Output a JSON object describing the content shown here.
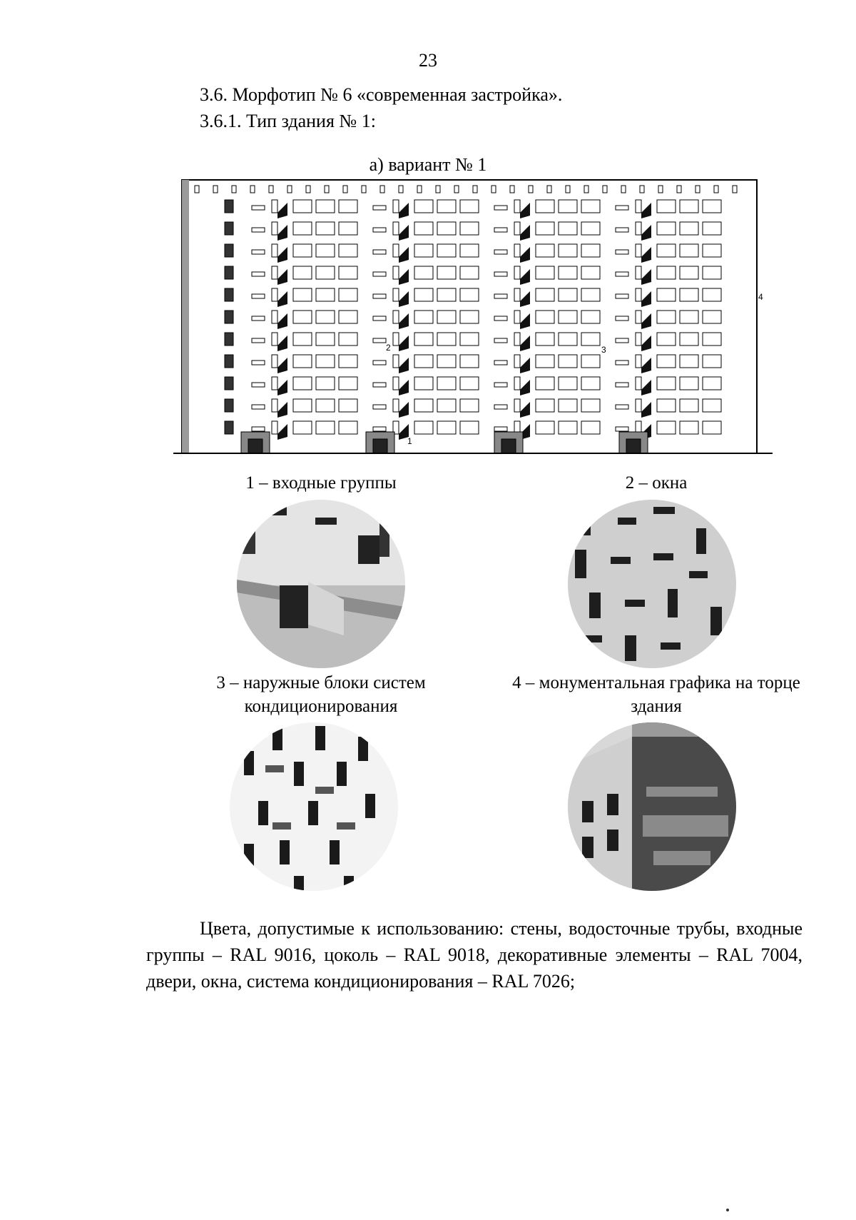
{
  "page_number": "23",
  "section_heading": "3.6. Морфотип № 6 «современная застройка».",
  "subsection_heading": "3.6.1. Тип здания № 1:",
  "variant_label": "а) вариант № 1",
  "facade_markers": [
    "1",
    "2",
    "3",
    "4"
  ],
  "detail_captions": {
    "entrance_groups": "1 – входные группы",
    "windows": "2 – окна",
    "ac_units_line1": "3 – наружные блоки систем",
    "ac_units_line2": "кондиционирования",
    "monumental_graphics_line1": "4 – монументальная графика на торце",
    "monumental_graphics_line2": "здания"
  },
  "colors_paragraph": "Цвета, допустимые к использованию: стены, водосточные трубы, входные группы – RAL 9016, цоколь – RAL 9018, декоративные элементы – RAL 7004, двери, окна, система кондиционирования – RAL 7026;"
}
